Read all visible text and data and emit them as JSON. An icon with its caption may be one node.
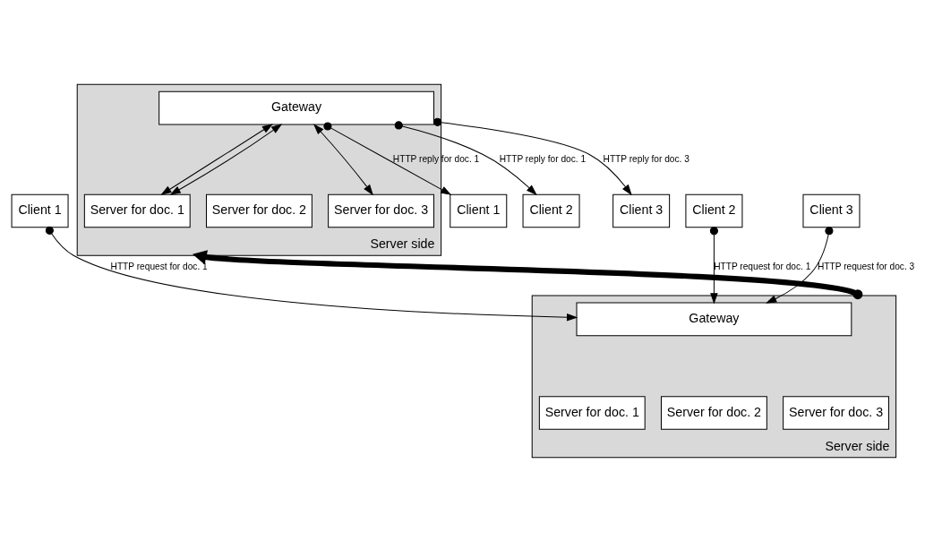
{
  "diagram": {
    "nodes": [
      {
        "text": [
          "Client 1"
        ]
      },
      {
        "text": [
          "Client 2"
        ]
      },
      {
        "text": [
          "Client 3"
        ]
      },
      {
        "text": [
          "Server side"
        ]
      },
      {
        "text": [
          "Gateway"
        ],
        "in": 3
      },
      {
        "text": [
          "Server for doc. 1"
        ],
        "in": 3
      },
      {
        "text": [
          "Server for doc. 2"
        ],
        "in": 3
      },
      {
        "text": [
          "Server for doc. 3"
        ],
        "in": 3
      },
      {
        "text": [
          "Client 1"
        ]
      },
      {
        "text": [
          "Client 2"
        ]
      },
      {
        "text": [
          "Client 3"
        ]
      },
      {
        "text": [
          "Server side"
        ]
      },
      {
        "text": [
          "Gateway"
        ],
        "in": 11
      },
      {
        "text": [
          "Server for doc. 1"
        ],
        "in": 11
      },
      {
        "text": [
          "Server for doc. 2"
        ],
        "in": 11
      },
      {
        "text": [
          "Server for doc. 3"
        ],
        "in": 11
      }
    ],
    "edges": [
      {
        "from": 0,
        "to": 4,
        "arrow": "to",
        "label": "HTTP request for doc. 1"
      },
      {
        "from": 1,
        "to": 4,
        "arrow": "to",
        "label": "HTTP request for doc. 1"
      },
      {
        "from": 2,
        "to": 4,
        "arrow": "to",
        "label": "HTTP request for doc. 3"
      },
      {
        "from": 12,
        "to": 8,
        "arrow": "to",
        "label": "HTTP reply for doc. 1"
      },
      {
        "from": 12,
        "to": 9,
        "arrow": "to",
        "label": "HTTP reply for doc. 1"
      },
      {
        "from": 12,
        "to": 10,
        "arrow": "to",
        "label": "HTTP reply for doc. 3"
      },
      {
        "from": 12,
        "to": 13,
        "arrow": "both"
      },
      {
        "from": 12,
        "to": 13,
        "arrow": "both"
      },
      {
        "from": 12,
        "to": 15,
        "arrow": "both"
      },
      {
        "from": 3,
        "to": 11,
        "arrow": "to",
        "style": "thick"
      }
    ]
  }
}
